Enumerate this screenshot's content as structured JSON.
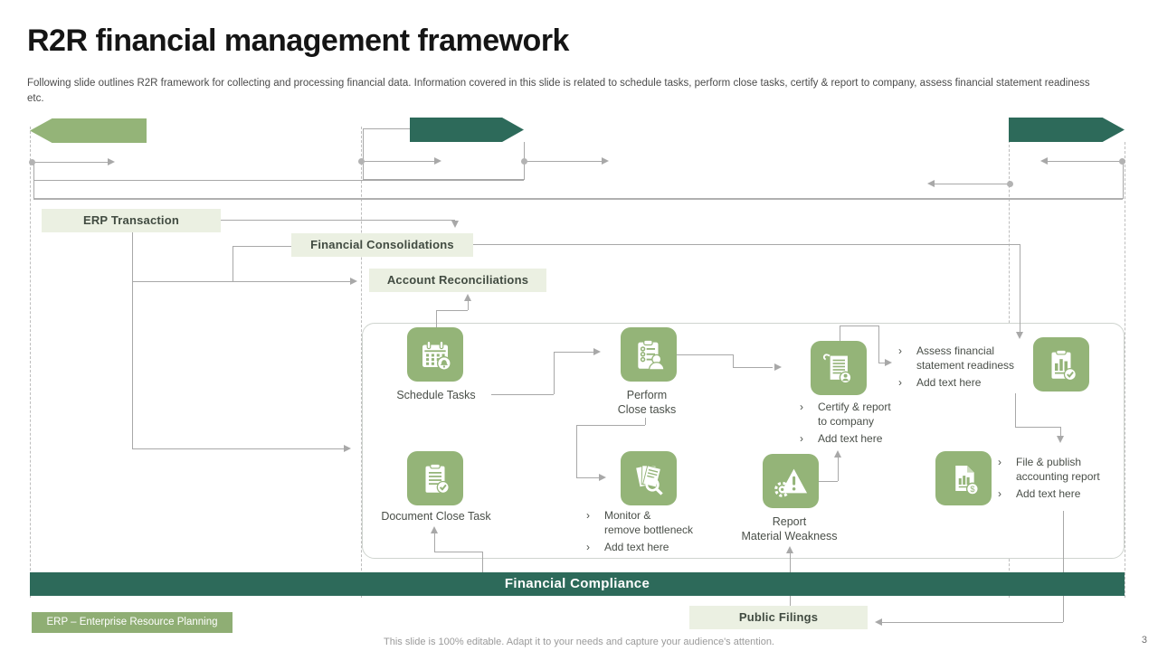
{
  "slide": {
    "title": "R2R financial management framework",
    "subtitle": "Following slide outlines R2R framework for collecting and processing financial data. Information covered in this slide is related to schedule tasks, perform close tasks, certify & report to  company, assess financial statement readiness etc.",
    "footer": "This slide is 100% editable. Adapt it to your needs and capture your audience's attention.",
    "page_number": "3"
  },
  "ui": {
    "bullet_marker": "›"
  },
  "flow_labels": {
    "erp_transaction": "ERP Transaction",
    "financial_consolidations": "Financial Consolidations",
    "account_reconciliations": "Account Reconciliations",
    "financial_compliance": "Financial Compliance",
    "public_filings": "Public Filings",
    "erp_footnote": "ERP – Enterprise Resource  Planning"
  },
  "steps": {
    "schedule": {
      "caption": "Schedule Tasks",
      "icon": "calendar-bell-icon"
    },
    "perform": {
      "caption": "Perform\nClose tasks",
      "icon": "clipboard-checklist-person-icon"
    },
    "certify": {
      "icon": "document-person-badge-icon",
      "bullets": [
        {
          "lines": "Certify & report\nto company"
        },
        {
          "lines": "Add text here"
        }
      ]
    },
    "assess": {
      "icon": "clipboard-barchart-check-icon",
      "bullets": [
        {
          "lines": "Assess financial\nstatement readiness"
        },
        {
          "lines": "Add  text here"
        }
      ]
    },
    "document": {
      "caption": "Document Close Task",
      "icon": "clipboard-check-icon"
    },
    "monitor": {
      "icon": "papers-magnifier-icon",
      "bullets": [
        {
          "lines": "Monitor &\nremove  bottleneck"
        },
        {
          "lines": "Add text here"
        }
      ]
    },
    "report": {
      "caption": "Report\nMaterial Weakness",
      "icon": "warning-triangle-gear-icon"
    },
    "file": {
      "icon": "document-chart-coin-icon",
      "bullets": [
        {
          "lines": "File & publish\naccounting report"
        },
        {
          "lines": "Add text here"
        }
      ]
    }
  },
  "colors": {
    "accent_green": "#94b478",
    "accent_teal": "#2d6a5a",
    "label_background": "#ebf0e2",
    "badge_green": "#8fae74",
    "connector_gray": "#a8a8a8",
    "label_text": "#414b41"
  }
}
